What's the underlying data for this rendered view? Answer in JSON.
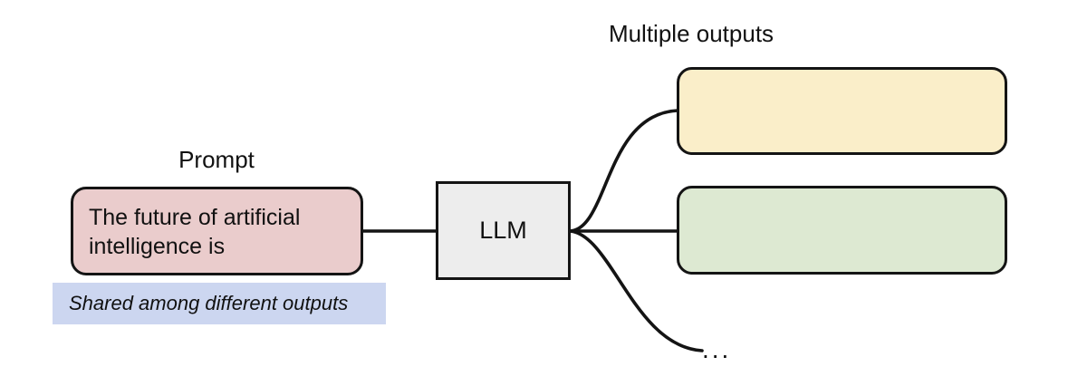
{
  "figure": {
    "background_color": "#ffffff",
    "stroke_color": "#141414",
    "text_color": "#111111"
  },
  "labels": {
    "prompt": "Prompt",
    "multiple_outputs": "Multiple outputs"
  },
  "prompt_node": {
    "text": "The future of artificial\nintelligence is",
    "fill_color": "#eacccc"
  },
  "shared_banner": {
    "text": "Shared among different outputs",
    "fill_color": "#ccd6f0"
  },
  "model_node": {
    "label": "LLM",
    "fill_color": "#ededed"
  },
  "outputs": [
    {
      "text": "",
      "fill_color": "#faeec9"
    },
    {
      "text": "",
      "fill_color": "#dde9d2"
    }
  ],
  "ellipsis": "...",
  "edges": {
    "prompt_to_model": "straight",
    "model_to_output_1": "curve-up",
    "model_to_output_2": "straight",
    "model_to_ellipsis": "curve-down"
  }
}
